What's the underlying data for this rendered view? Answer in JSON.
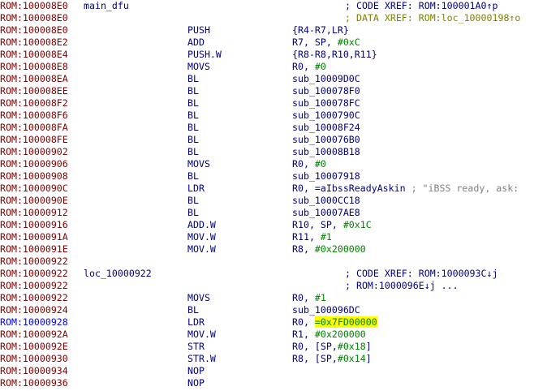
{
  "listing": {
    "lines": [
      {
        "addr": "ROM:100008E0",
        "label": "main_dfu",
        "mnem": "",
        "ops": [],
        "comment": {
          "text": "; CODE XREF: ROM:100001A0↑p",
          "kind": "code"
        }
      },
      {
        "addr": "ROM:100008E0",
        "label": "",
        "mnem": "",
        "ops": [],
        "comment": {
          "text": "; DATA XREF: ROM:loc_10000198↑o",
          "kind": "data"
        }
      },
      {
        "addr": "ROM:100008E0",
        "label": "",
        "mnem": "PUSH",
        "ops": [
          {
            "t": "{R4-R7,LR}",
            "c": "n"
          }
        ]
      },
      {
        "addr": "ROM:100008E2",
        "label": "",
        "mnem": "ADD",
        "ops": [
          {
            "t": "R7, SP, ",
            "c": "n"
          },
          {
            "t": "#0xC",
            "c": "g"
          }
        ]
      },
      {
        "addr": "ROM:100008E4",
        "label": "",
        "mnem": "PUSH.W",
        "ops": [
          {
            "t": "{R8-R8,R10,R11}",
            "c": "n"
          }
        ]
      },
      {
        "addr": "ROM:100008E8",
        "label": "",
        "mnem": "MOVS",
        "ops": [
          {
            "t": "R0, ",
            "c": "n"
          },
          {
            "t": "#0",
            "c": "g"
          }
        ]
      },
      {
        "addr": "ROM:100008EA",
        "label": "",
        "mnem": "BL",
        "ops": [
          {
            "t": "sub_10009D0C",
            "c": "n"
          }
        ]
      },
      {
        "addr": "ROM:100008EE",
        "label": "",
        "mnem": "BL",
        "ops": [
          {
            "t": "sub_100078F0",
            "c": "n"
          }
        ]
      },
      {
        "addr": "ROM:100008F2",
        "label": "",
        "mnem": "BL",
        "ops": [
          {
            "t": "sub_100078FC",
            "c": "n"
          }
        ]
      },
      {
        "addr": "ROM:100008F6",
        "label": "",
        "mnem": "BL",
        "ops": [
          {
            "t": "sub_1000790C",
            "c": "n"
          }
        ]
      },
      {
        "addr": "ROM:100008FA",
        "label": "",
        "mnem": "BL",
        "ops": [
          {
            "t": "sub_10008F24",
            "c": "n"
          }
        ]
      },
      {
        "addr": "ROM:100008FE",
        "label": "",
        "mnem": "BL",
        "ops": [
          {
            "t": "sub_100076B0",
            "c": "n"
          }
        ]
      },
      {
        "addr": "ROM:10000902",
        "label": "",
        "mnem": "BL",
        "ops": [
          {
            "t": "sub_10008B18",
            "c": "n"
          }
        ]
      },
      {
        "addr": "ROM:10000906",
        "label": "",
        "mnem": "MOVS",
        "ops": [
          {
            "t": "R0, ",
            "c": "n"
          },
          {
            "t": "#0",
            "c": "g"
          }
        ]
      },
      {
        "addr": "ROM:10000908",
        "label": "",
        "mnem": "BL",
        "ops": [
          {
            "t": "sub_10007918",
            "c": "n"
          }
        ]
      },
      {
        "addr": "ROM:1000090C",
        "label": "",
        "mnem": "LDR",
        "ops": [
          {
            "t": "R0, =aIbssReadyAskin",
            "c": "n"
          },
          {
            "t": " ; \"iBSS ready, ask:",
            "c": "s"
          }
        ]
      },
      {
        "addr": "ROM:1000090E",
        "label": "",
        "mnem": "BL",
        "ops": [
          {
            "t": "sub_1000CC18",
            "c": "n"
          }
        ]
      },
      {
        "addr": "ROM:10000912",
        "label": "",
        "mnem": "BL",
        "ops": [
          {
            "t": "sub_10007AE8",
            "c": "n"
          }
        ]
      },
      {
        "addr": "ROM:10000916",
        "label": "",
        "mnem": "ADD.W",
        "ops": [
          {
            "t": "R10, SP, ",
            "c": "n"
          },
          {
            "t": "#0x1C",
            "c": "g"
          }
        ]
      },
      {
        "addr": "ROM:1000091A",
        "label": "",
        "mnem": "MOV.W",
        "ops": [
          {
            "t": "R11, ",
            "c": "n"
          },
          {
            "t": "#1",
            "c": "g"
          }
        ]
      },
      {
        "addr": "ROM:1000091E",
        "label": "",
        "mnem": "MOV.W",
        "ops": [
          {
            "t": "R8, ",
            "c": "n"
          },
          {
            "t": "#0x200000",
            "c": "g"
          }
        ]
      },
      {
        "addr": "ROM:10000922",
        "label": "",
        "mnem": "",
        "ops": []
      },
      {
        "addr": "ROM:10000922",
        "label": "loc_10000922",
        "mnem": "",
        "ops": [],
        "comment": {
          "text": "; CODE XREF: ROM:1000093C↓j",
          "kind": "code"
        }
      },
      {
        "addr": "ROM:10000922",
        "label": "",
        "mnem": "",
        "ops": [],
        "comment": {
          "text": "; ROM:1000096E↓j ...",
          "kind": "code"
        }
      },
      {
        "addr": "ROM:10000922",
        "label": "",
        "mnem": "MOVS",
        "ops": [
          {
            "t": "R0, ",
            "c": "n"
          },
          {
            "t": "#1",
            "c": "g"
          }
        ]
      },
      {
        "addr": "ROM:10000924",
        "label": "",
        "mnem": "BL",
        "ops": [
          {
            "t": "sub_100096DC",
            "c": "n"
          }
        ]
      },
      {
        "addr": "ROM:10000928",
        "label": "",
        "mnem": "LDR",
        "ops": [
          {
            "t": "R0, ",
            "c": "n"
          },
          {
            "t": "=0x7FD00000",
            "c": "h"
          }
        ],
        "current": true
      },
      {
        "addr": "ROM:1000092A",
        "label": "",
        "mnem": "MOV.W",
        "ops": [
          {
            "t": "R1, ",
            "c": "n"
          },
          {
            "t": "#0x200000",
            "c": "g"
          }
        ]
      },
      {
        "addr": "ROM:1000092E",
        "label": "",
        "mnem": "STR",
        "ops": [
          {
            "t": "R0, [SP,",
            "c": "n"
          },
          {
            "t": "#0x18",
            "c": "g"
          },
          {
            "t": "]",
            "c": "n"
          }
        ]
      },
      {
        "addr": "ROM:10000930",
        "label": "",
        "mnem": "STR.W",
        "ops": [
          {
            "t": "R8, [SP,",
            "c": "n"
          },
          {
            "t": "#0x14",
            "c": "g"
          },
          {
            "t": "]",
            "c": "n"
          }
        ]
      },
      {
        "addr": "ROM:10000934",
        "label": "",
        "mnem": "NOP",
        "ops": []
      },
      {
        "addr": "ROM:10000936",
        "label": "",
        "mnem": "NOP",
        "ops": []
      }
    ]
  },
  "colors": {
    "address": "#800000",
    "current_address": "#0000ff",
    "code": "#000080",
    "number": "#008000",
    "data_xref_comment": "#808000",
    "highlight": "#ffff00",
    "string_comment": "#808080"
  }
}
